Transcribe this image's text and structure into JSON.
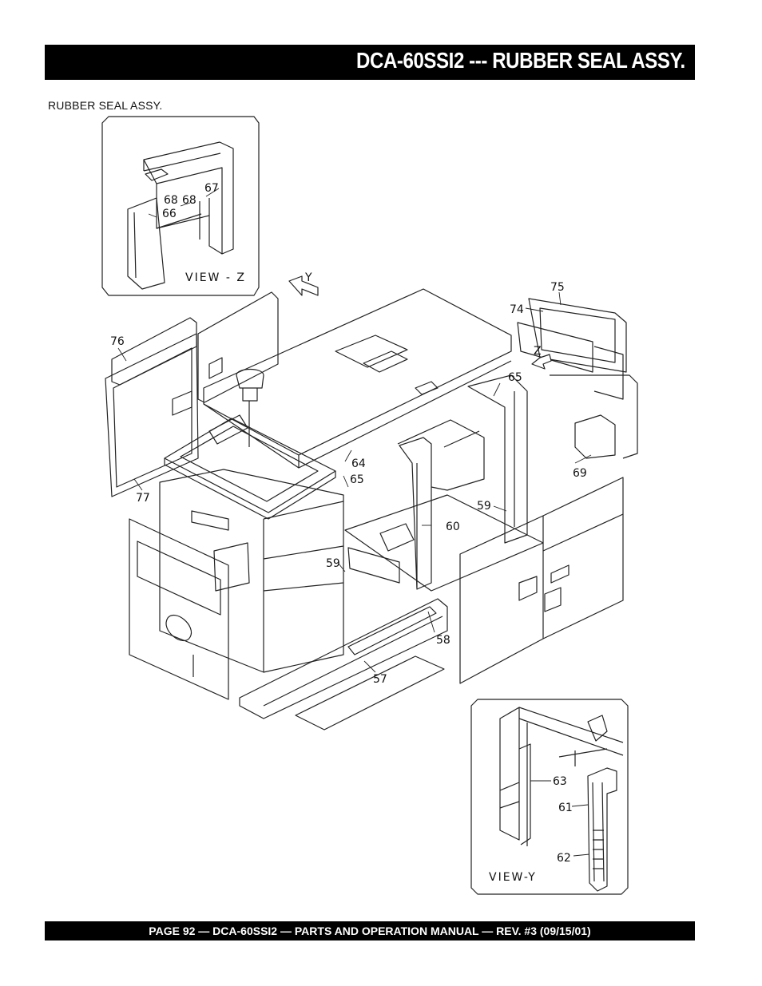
{
  "header": {
    "title": "DCA-60SSI2 --- RUBBER SEAL ASSY."
  },
  "section": {
    "subtitle": "RUBBER SEAL ASSY."
  },
  "views": {
    "view_z": "VIEW - Z",
    "view_y": "VIEW-Y",
    "arrow_y": "Y",
    "arrow_z": "Z"
  },
  "callouts": {
    "c57": "57",
    "c58": "58",
    "c59a": "59",
    "c59b": "59",
    "c60": "60",
    "c61": "61",
    "c62": "62",
    "c63": "63",
    "c64": "64",
    "c65a": "65",
    "c65b": "65",
    "c66": "66",
    "c67": "67",
    "c68a": "68",
    "c68b": "68",
    "c69": "69",
    "c74": "74",
    "c75": "75",
    "c76": "76",
    "c77": "77"
  },
  "footer": {
    "text": "PAGE 92 — DCA-60SSI2 — PARTS AND OPERATION  MANUAL — REV. #3  (09/15/01)"
  }
}
